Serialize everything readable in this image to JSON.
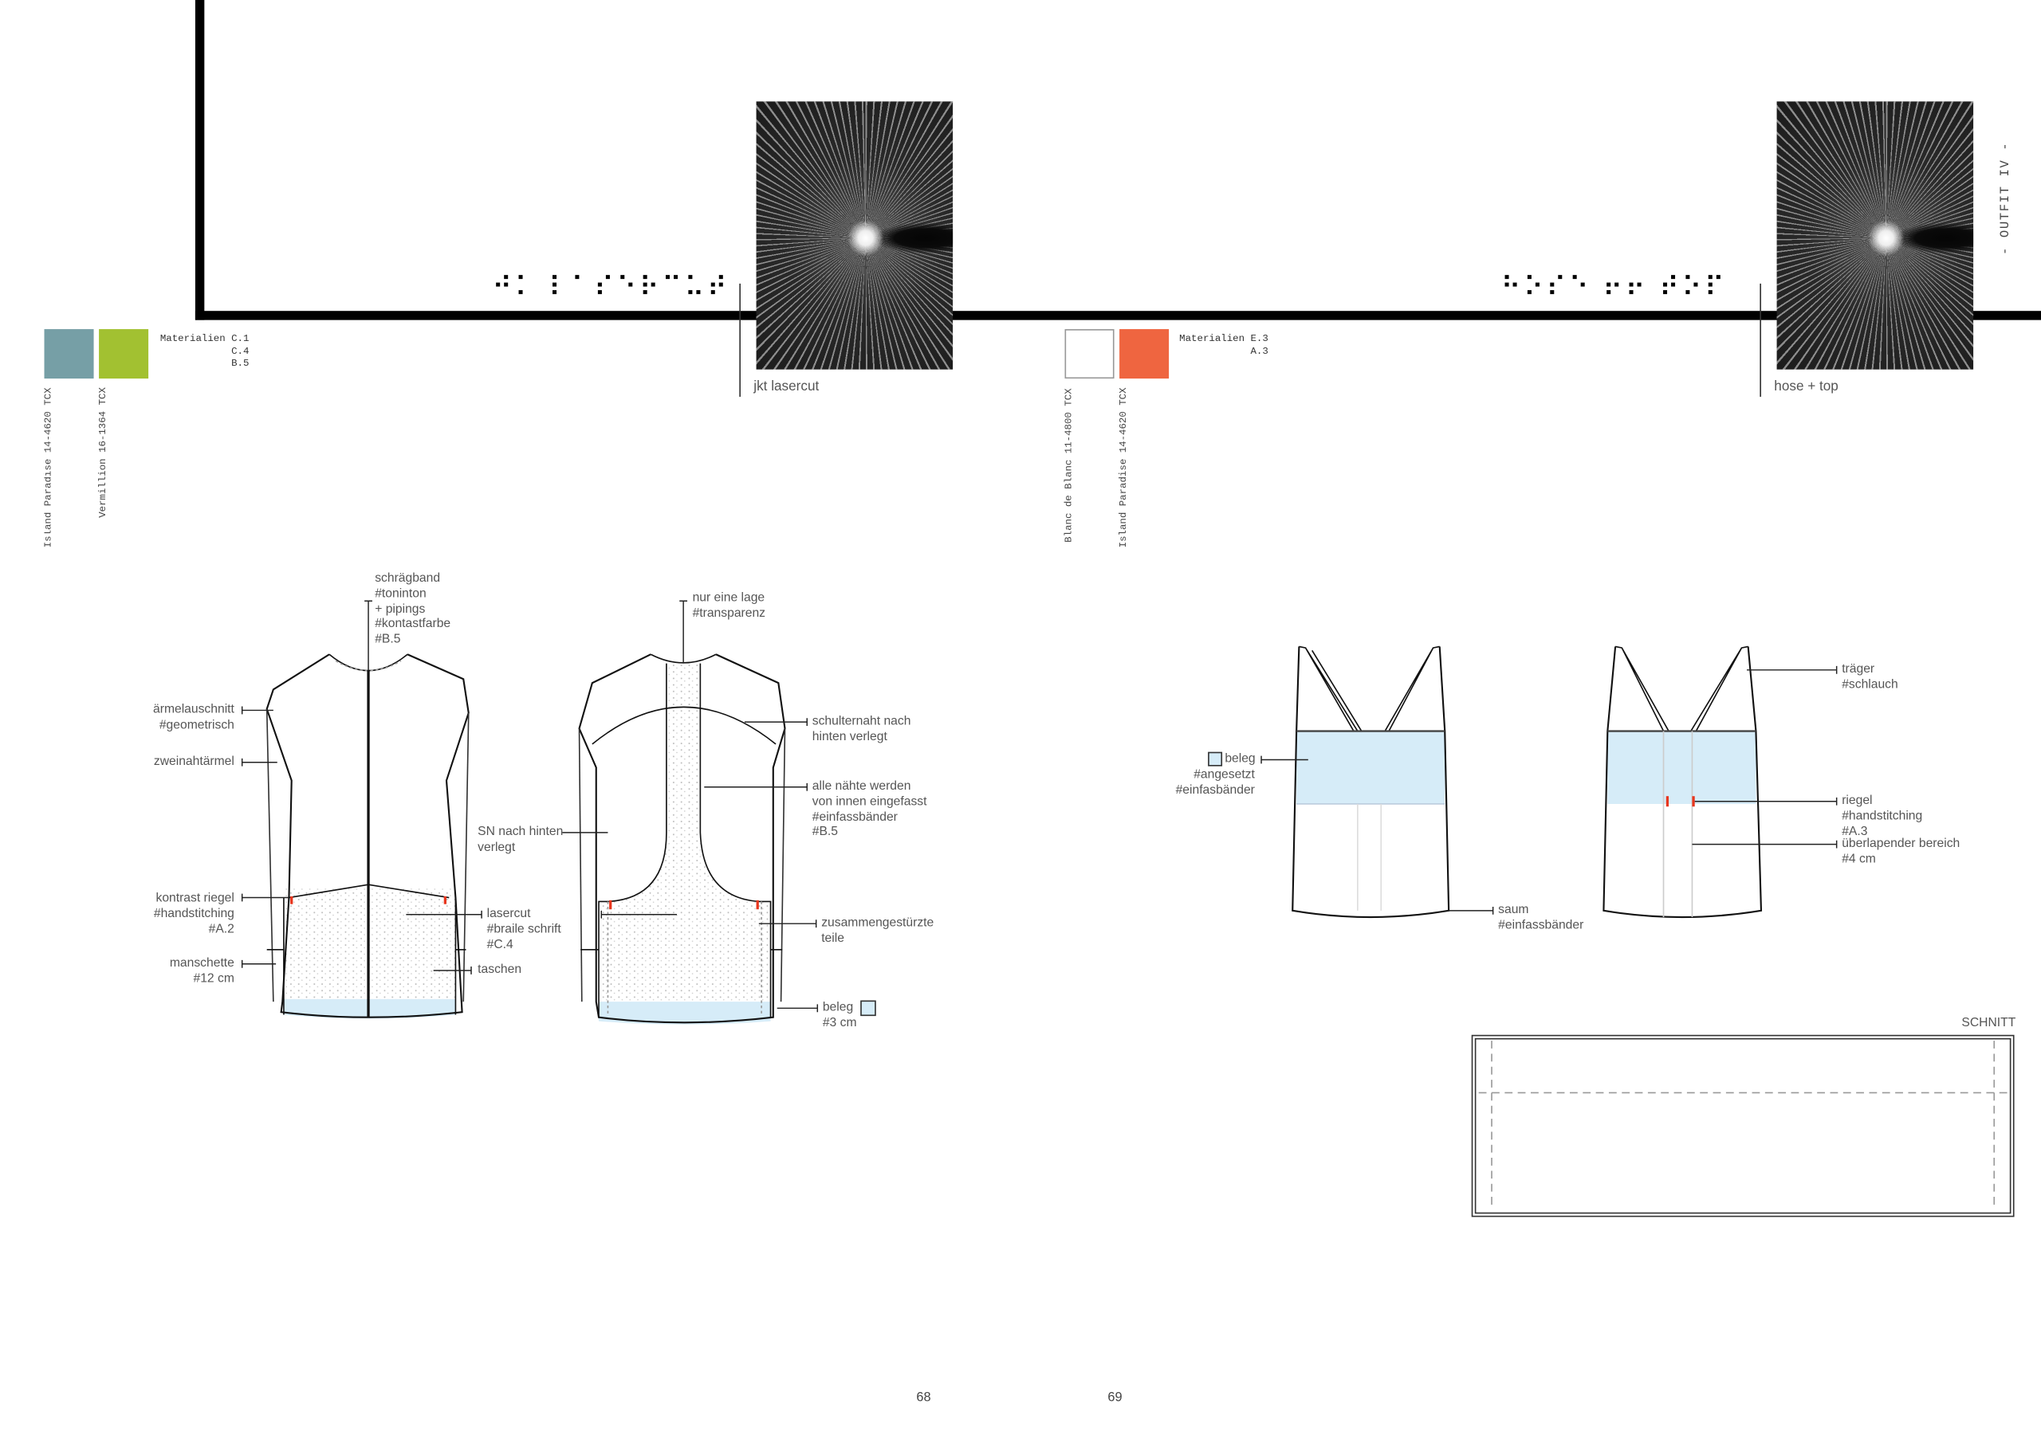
{
  "left_page": {
    "braille": "⠚⠅ ⠇⠁⠎⠑⠗⠉⠥⠞",
    "photo_caption": "jkt lasercut",
    "materials": "Materialien C.1\n            C.4\n            B.5",
    "colors": [
      {
        "name": "Island Paradise 14-4620 TCX",
        "hex": "#769fa6"
      },
      {
        "name": "Vermillion 16-1364 TCX",
        "hex": "#a2c131"
      }
    ],
    "page_number": "68",
    "jacket_front_labels": {
      "schraegband": "schrägband\n#toninton\n+ pipings\n#kontastfarbe\n#B.5",
      "aermelausschnitt": "ärmelauschnitt\n#geometrisch",
      "zweinaht": "zweinahtärmel",
      "kontrast": "kontrast riegel\n#handstitching\n#A.2",
      "manschette": "manschette\n#12 cm",
      "lasercut": "lasercut\n#braile schrift\n#C.4",
      "taschen": "taschen"
    },
    "jacket_back_labels": {
      "sn": "SN nach hinten\nverlegt",
      "lage": "nur eine lage\n#transparenz",
      "schulternaht": "schulternaht nach\nhinten verlegt",
      "naehte": "alle nähte werden\nvon innen eingefasst\n#einfassbänder\n#B.5",
      "zusammen": "zusammengestürzte\nteile",
      "beleg": "beleg",
      "beleg_size": "#3 cm"
    }
  },
  "right_page": {
    "braille": "⠓⠕⠎⠑ ⠖⠖ ⠞⠕⠏",
    "photo_caption": "hose + top",
    "outfit_title": "- OUTFIT IV -",
    "materials": "Materialien E.3\n            A.3",
    "colors": [
      {
        "name": "Blanc de Blanc 11-4800 TCX",
        "hex": "#ffffff"
      },
      {
        "name": "Island Paradise 14-4620 TCX",
        "hex": "#ef6540"
      }
    ],
    "page_number": "69",
    "top_front_labels": {
      "beleg": "beleg",
      "beleg_sub": "#angesetzt\n#einfasbänder",
      "saum": "saum\n#einfassbänder"
    },
    "top_back_labels": {
      "traeger": "träger\n#schlauch",
      "riegel": "riegel\n#handstitching\n#A.3",
      "ueberlapp": "überlapender bereich\n#4 cm"
    },
    "pattern_title": "SCHNITT"
  },
  "accent_colors": {
    "beleg": "#d6ecf8",
    "riegel": "#e8361e",
    "frame": "#000000"
  }
}
